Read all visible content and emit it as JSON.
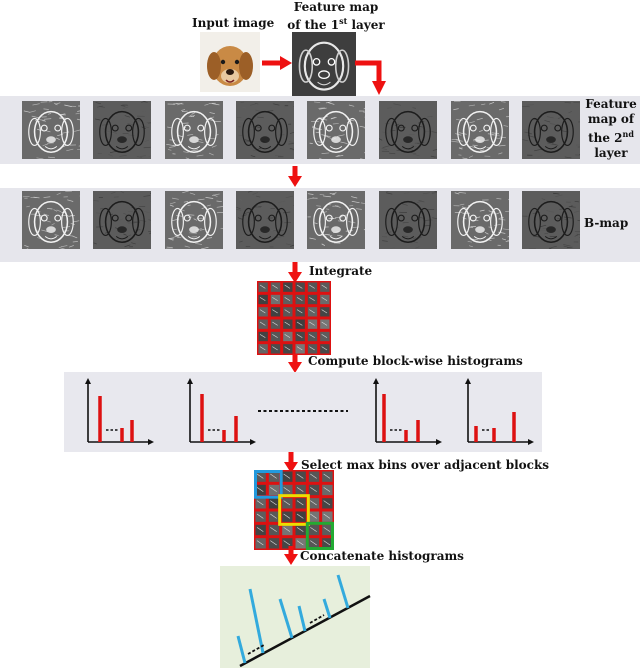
{
  "labels": {
    "input_image": "Input image",
    "feature_map_1_line1": "Feature map",
    "feature_map_1_line2": "of the 1",
    "feature_map_1_sup": "st",
    "feature_map_1_line3": " layer",
    "feature_map_2_line1": "Feature",
    "feature_map_2_line2": "map of",
    "feature_map_2_line3": "the 2",
    "feature_map_2_sup": "nd",
    "feature_map_2_line4": "layer",
    "b_map": "B-map",
    "integrate": "Integrate",
    "compute_hist": "Compute block-wise histograms",
    "select_max": "Select max bins over adjacent blocks",
    "concatenate": "Concatenate histograms"
  },
  "colors": {
    "arrow": "#ee1111",
    "grid_red": "#dd1111",
    "hist_bar": "#dd1111",
    "box_blue": "#2299dd",
    "box_yellow": "#eedd00",
    "box_green": "#22aa33",
    "final_bar": "#33aadd"
  }
}
